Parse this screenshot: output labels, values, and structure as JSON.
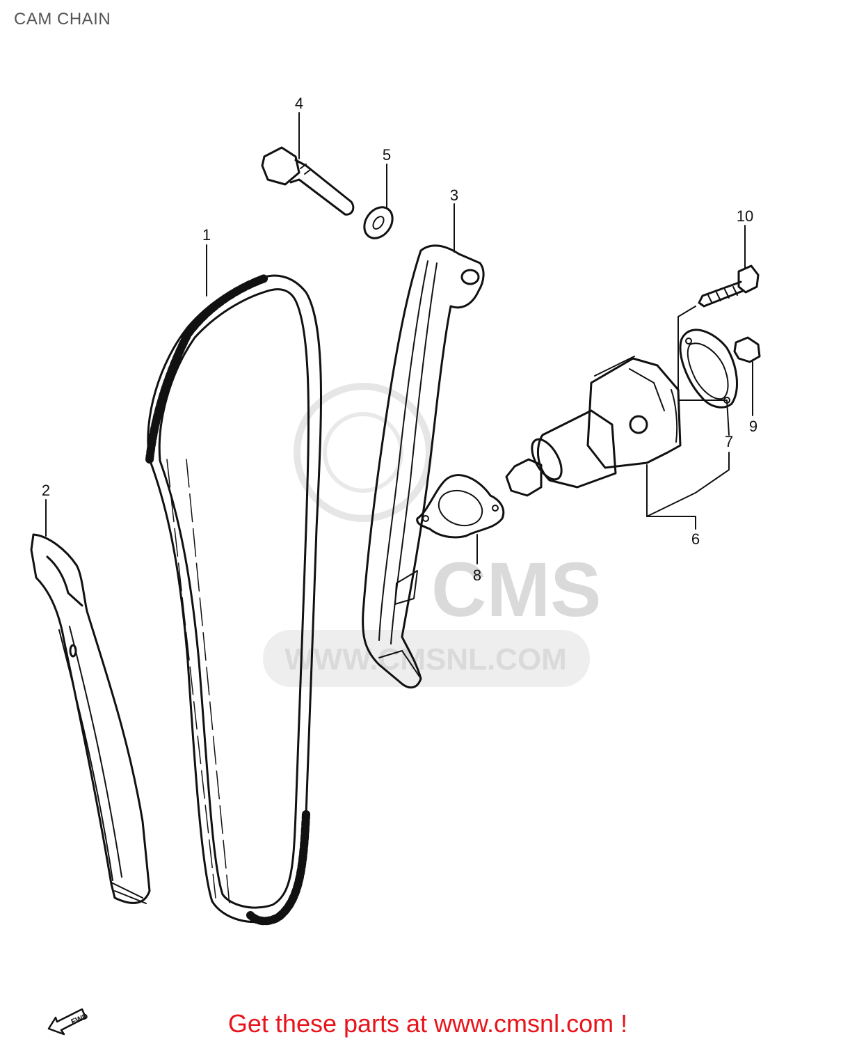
{
  "title": "CAM CHAIN",
  "callouts": [
    "1",
    "2",
    "3",
    "4",
    "5",
    "6",
    "7",
    "8",
    "9",
    "10"
  ],
  "fwd_label": "FWD",
  "watermark": {
    "brand": "CMS",
    "url": "WWW.CMSNL.COM"
  },
  "promo": {
    "text": "Get these parts at www.cmsnl.com !",
    "color": "#e8141c"
  }
}
